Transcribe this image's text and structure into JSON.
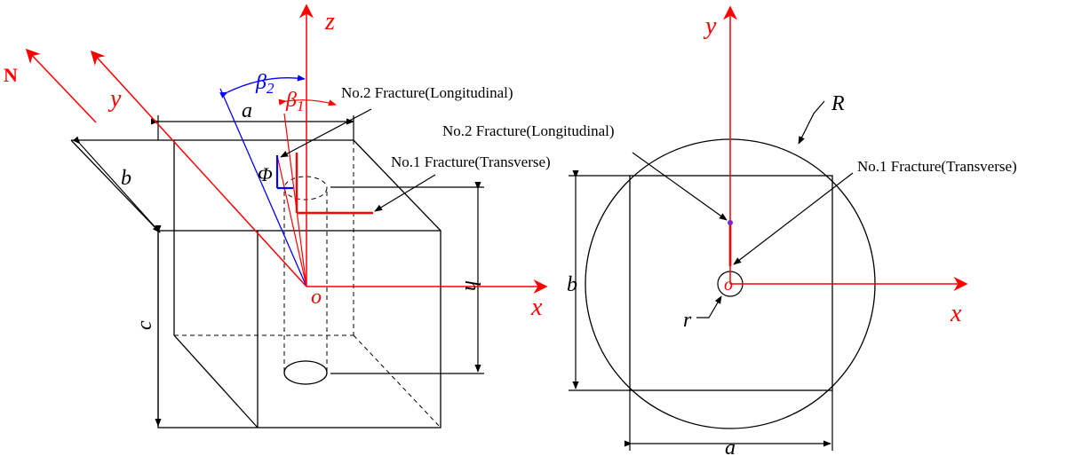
{
  "colors": {
    "line": "#000000",
    "red": "#ff0000",
    "blue": "#0000ff"
  },
  "left_view": {
    "axis_z": "z",
    "axis_x": "x",
    "axis_y": "y",
    "axis_n": "N",
    "origin": "o",
    "dim_a": "a",
    "dim_b": "b",
    "dim_c": "c",
    "dim_h": "h",
    "angle_beta2": "β",
    "angle_beta2_sub": "2",
    "angle_beta1": "β",
    "angle_beta1_sub": "1",
    "angle_phi": "Φ",
    "callout_fracture2": "No.2 Fracture(Longitudinal)",
    "callout_fracture1": "No.1 Fracture(Transverse)"
  },
  "right_view": {
    "axis_y": "y",
    "axis_x": "x",
    "origin": "o",
    "dim_a": "a",
    "dim_b": "b",
    "radius_R": "R",
    "radius_r": "r",
    "callout_fracture2": "No.2 Fracture(Longitudinal)",
    "callout_fracture1": "No.1 Fracture(Transverse)"
  }
}
